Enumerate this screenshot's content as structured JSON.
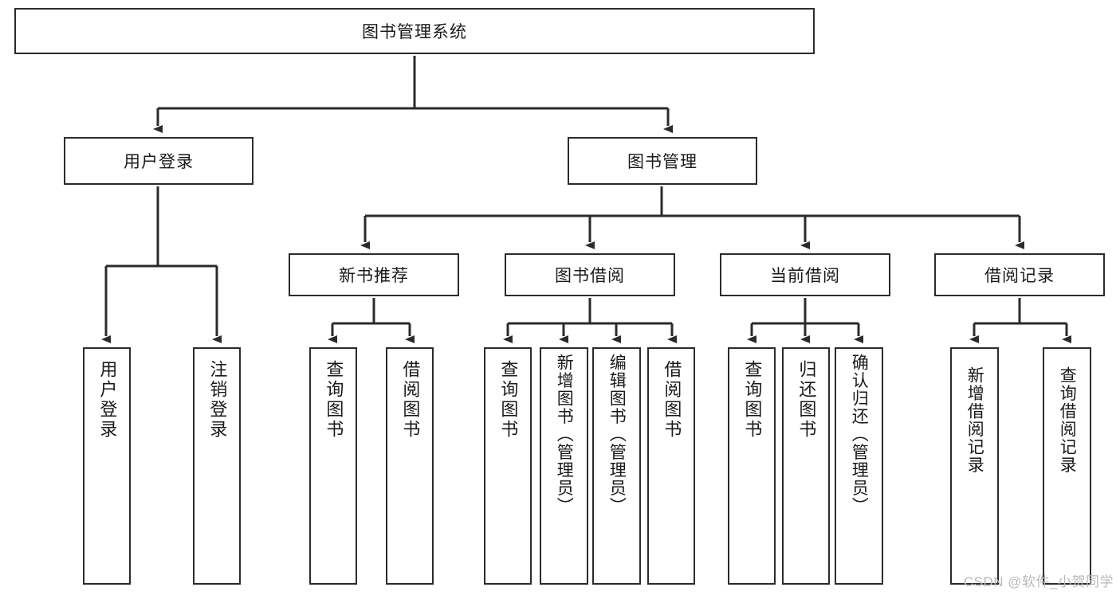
{
  "diagram": {
    "type": "tree-hierarchy",
    "title": "图书管理系统",
    "watermark": "CSDN @软件_小贺同学",
    "colors": {
      "stroke": "#2b2b2b",
      "background": "#ffffff",
      "text": "#1a1a1a",
      "watermark": "#b9b9b9"
    },
    "levels": {
      "root": {
        "label": "图书管理系统"
      },
      "level2": [
        {
          "label": "用户登录"
        },
        {
          "label": "图书管理"
        }
      ],
      "level3": [
        {
          "label": "新书推荐"
        },
        {
          "label": "图书借阅"
        },
        {
          "label": "当前借阅"
        },
        {
          "label": "借阅记录"
        }
      ],
      "leaves": {
        "user_login": [
          {
            "label": "用户登录"
          },
          {
            "label": "注销登录"
          }
        ],
        "new_book_recommend": [
          {
            "label": "查询图书"
          },
          {
            "label": "借阅图书"
          }
        ],
        "book_borrow": [
          {
            "label": "查询图书"
          },
          {
            "label": "新增图书（管理员）"
          },
          {
            "label": "编辑图书（管理员）"
          },
          {
            "label": "借阅图书"
          }
        ],
        "current_borrow": [
          {
            "label": "查询图书"
          },
          {
            "label": "归还图书"
          },
          {
            "label": "确认归还（管理员）"
          }
        ],
        "borrow_record": [
          {
            "label": "新增借阅记录"
          },
          {
            "label": "查询借阅记录"
          }
        ]
      }
    }
  }
}
